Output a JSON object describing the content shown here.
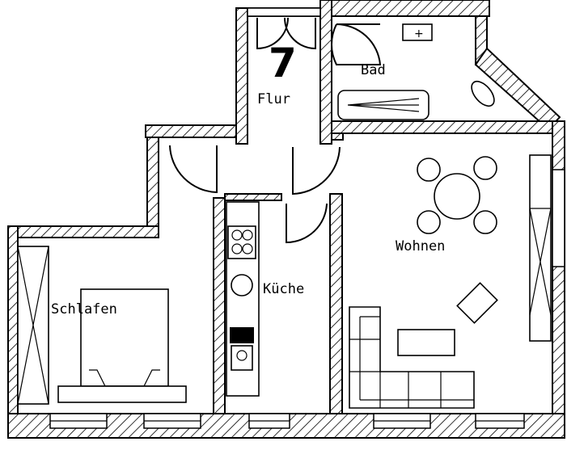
{
  "floorplan": {
    "unit_number": "7",
    "rooms": {
      "flur": "Flur",
      "bad": "Bad",
      "wohnen": "Wohnen",
      "kueche": "Küche",
      "schlafen": "Schlafen"
    }
  }
}
